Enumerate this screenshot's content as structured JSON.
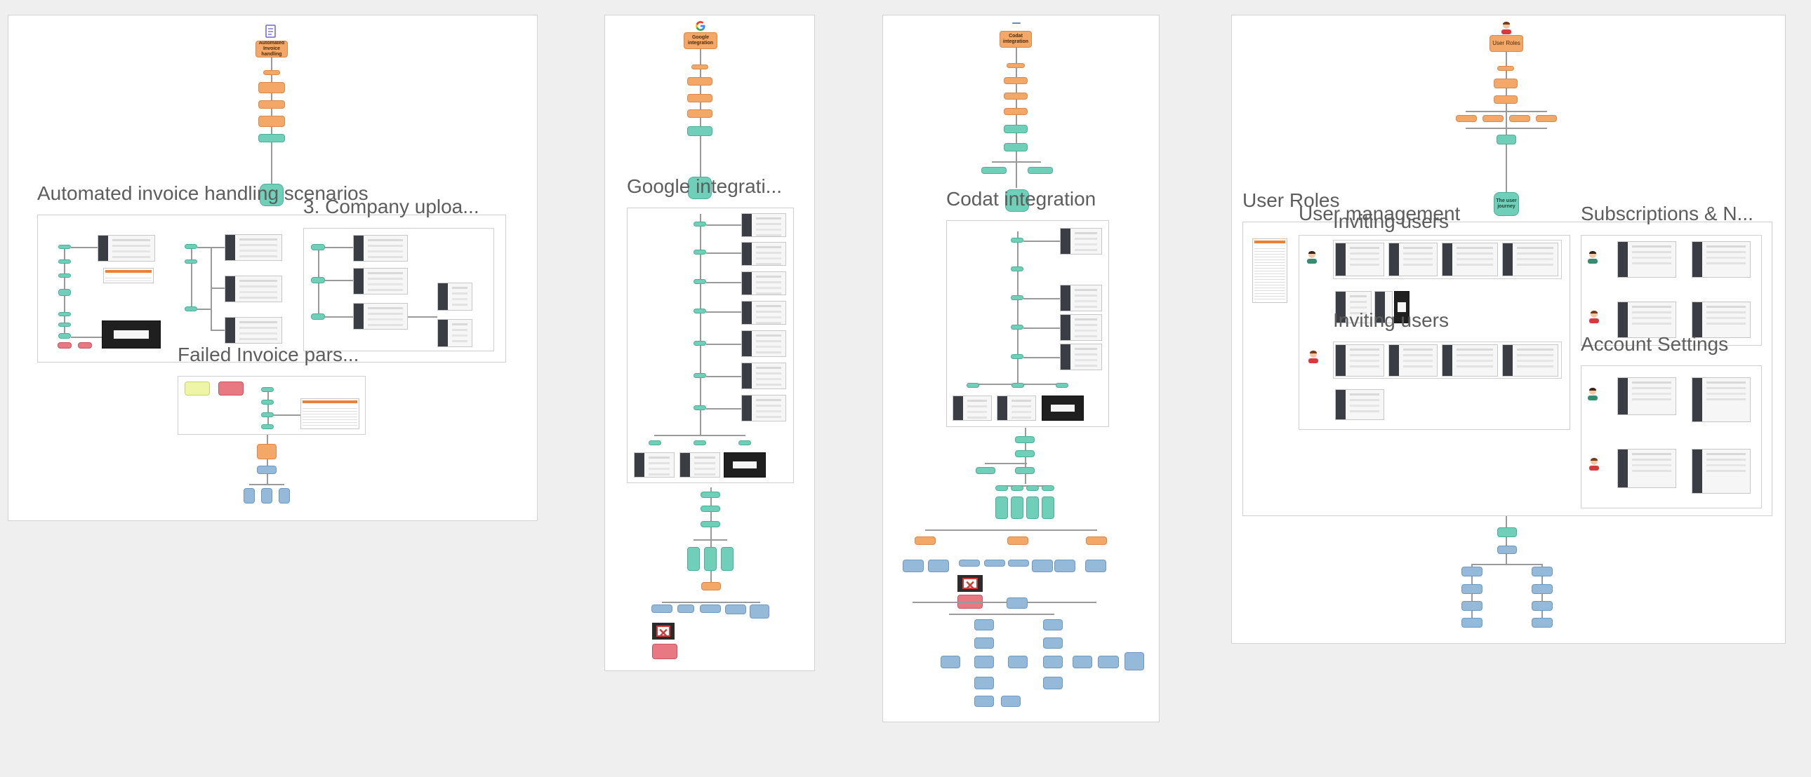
{
  "boards": {
    "invoice": {
      "header_node": "Automated Invoice handling",
      "frame_titles": {
        "scenarios": "Automated invoice handling scenarios",
        "company_upload": "3. Company uploa...",
        "failed_parsing": "Failed Invoice pars..."
      }
    },
    "google": {
      "header_node": "Google integration",
      "frame_titles": {
        "integration": "Google integrati..."
      }
    },
    "codat": {
      "header_node": "Codat integration",
      "frame_titles": {
        "integration": "Codat integration"
      }
    },
    "user_roles": {
      "header_node": "User Roles",
      "journey_node": "The user journey",
      "frame_titles": {
        "user_roles": "User Roles",
        "user_management": "User management",
        "inviting_users_1": "Inviting users",
        "inviting_users_2": "Inviting users",
        "subscriptions": "Subscriptions & N...",
        "account_settings": "Account Settings"
      }
    }
  },
  "colors": {
    "canvas": "#efefef",
    "orange_node": "#f3a867",
    "teal_node": "#6fcfb8",
    "blue_node": "#95b9d8",
    "red_node": "#e87983",
    "yellow_note": "#eef5a6"
  },
  "icons": [
    "invoice-document-icon",
    "google-logo-icon",
    "codat-logo-icon",
    "user-avatar-icon",
    "broken-image-icon"
  ]
}
